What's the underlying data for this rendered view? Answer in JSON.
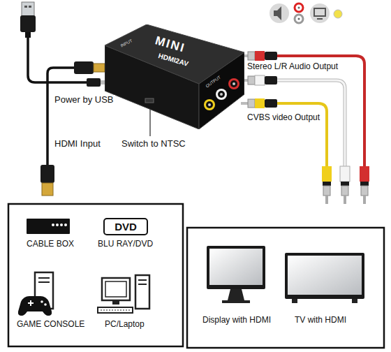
{
  "diagram": {
    "nodes": [
      {
        "text": [
          "MINI",
          "HDMI2AV",
          "INPUT",
          "OUTPUT"
        ]
      },
      {
        "text": [
          "DVD"
        ]
      }
    ],
    "labels": [
      "Power by USB",
      "HDMI Input",
      "Switch to NTSC",
      "Stereo L/R Audio Output",
      "CVBS video Output",
      "CABLE BOX",
      "BLU RAY/DVD",
      "GAME CONSOLE",
      "PC/Laptop",
      "Display with HDMI",
      "TV with HDMI"
    ]
  }
}
